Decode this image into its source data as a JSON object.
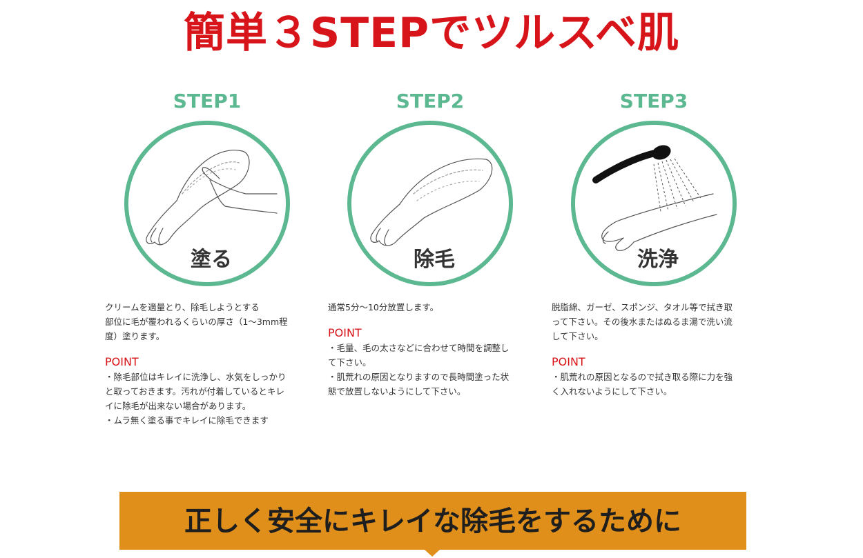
{
  "title": "簡単３STEPでツルスベ肌",
  "steps": [
    {
      "label": "STEP1",
      "action": "塗る",
      "description": "クリームを適量とり、除毛しようとする\n部位に毛が覆われるくらいの厚さ（1〜3mm程\n度）塗ります。",
      "point_title": "POINT",
      "point_body": "・除毛部位はキレイに洗浄し、水気をしっかり\nと取っておきます。汚れが付着しているとキレ\nイに除毛が出来ない場合があります。\n・ムラ無く塗る事でキレイに除毛できます",
      "illustration": "hand-applying-cream-icon"
    },
    {
      "label": "STEP2",
      "action": "除毛",
      "description": "通常5分〜10分放置します。",
      "point_title": "POINT",
      "point_body": "・毛量、毛の太さなどに合わせて時間を調整し\nて下さい。\n・肌荒れの原因となりますので長時間塗った状\n態で放置しないようにして下さい。",
      "illustration": "arm-with-cream-icon"
    },
    {
      "label": "STEP3",
      "action": "洗浄",
      "description": "脱脂綿、ガーゼ、スポンジ、タオル等で拭き取\nって下さい。その後水またはぬるま湯で洗い流\nして下さい。",
      "point_title": "POINT",
      "point_body": "・肌荒れの原因となるので拭き取る際に力を強\nく入れないようにして下さい。",
      "illustration": "shower-rinsing-arm-icon"
    }
  ],
  "banner": {
    "text": "正しく安全にキレイな除毛をするために"
  },
  "colors": {
    "title_red": "#d7141a",
    "step_green": "#5cb890",
    "banner_orange": "#e0901a",
    "body_text": "#333333"
  }
}
